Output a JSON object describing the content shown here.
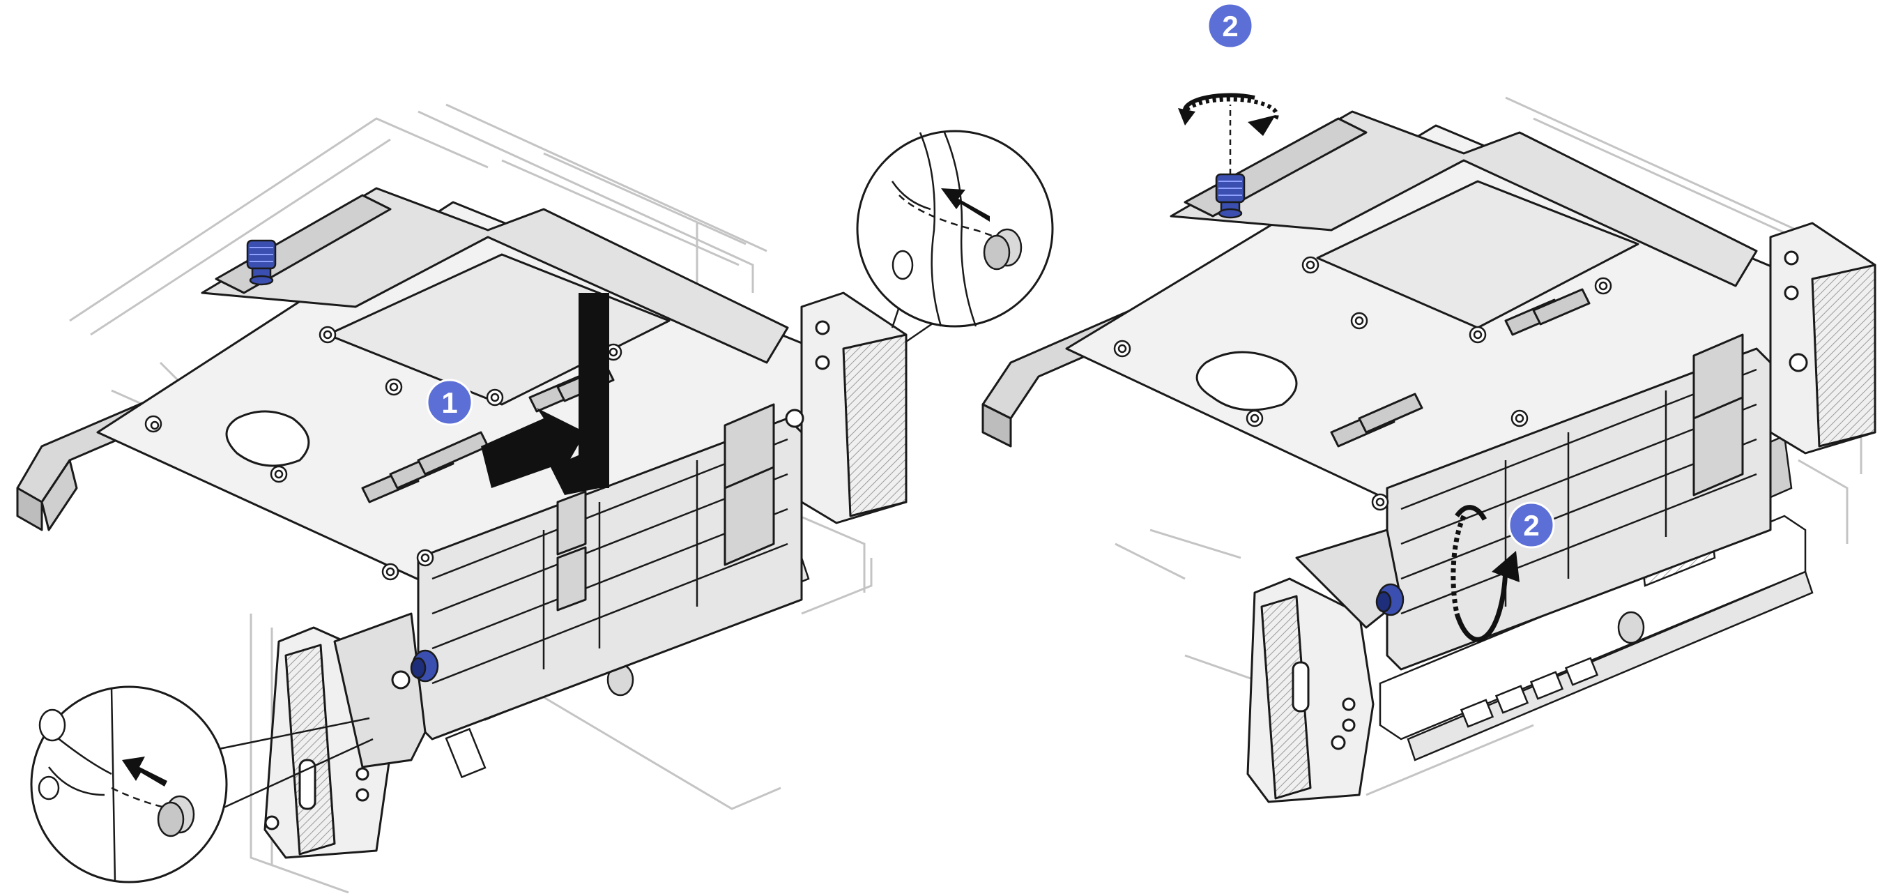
{
  "figure": {
    "left_panel": {
      "step_badges": [
        {
          "label": "1"
        }
      ],
      "callouts": [
        "guide-pin-upper-callout",
        "guide-pin-lower-callout"
      ]
    },
    "right_panel": {
      "step_badges": [
        {
          "label": "2"
        },
        {
          "label": "2"
        }
      ]
    },
    "colors": {
      "badge_fill": "#5b6fd6",
      "badge_text": "#ffffff",
      "line": "#1a1a1a",
      "metal_light": "#f2f2f2",
      "metal_mid": "#d9d9d9",
      "metal_dark": "#bdbdbd",
      "screw_blue": "#3a4fb0",
      "ghost_line": "#c4c4c4"
    }
  }
}
